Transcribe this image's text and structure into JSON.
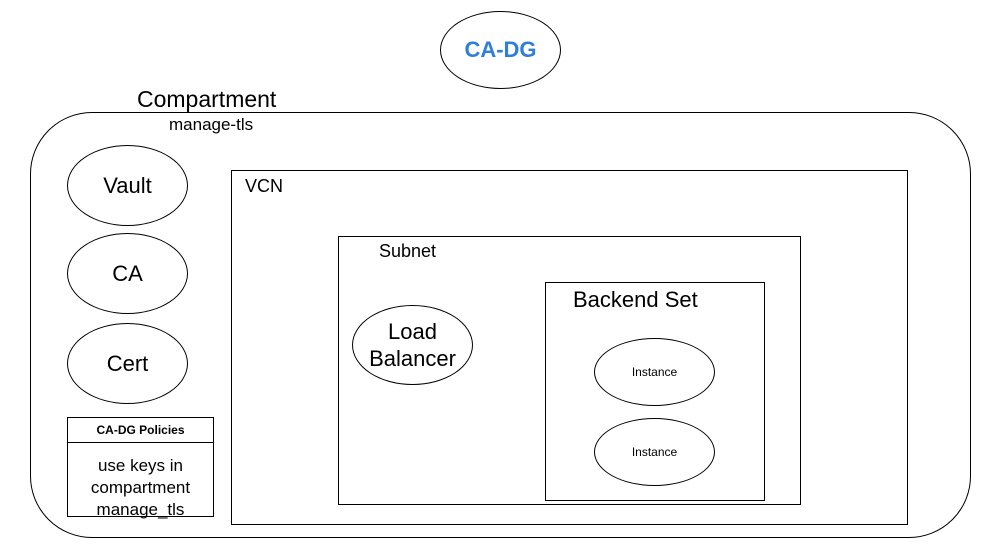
{
  "top_group": {
    "label": "CA-DG",
    "color": "#2f7ed8"
  },
  "compartment": {
    "title": "Compartment",
    "name": "manage-tls"
  },
  "left_services": [
    "Vault",
    "CA",
    "Cert"
  ],
  "policies": {
    "header": "CA-DG Policies",
    "lines": [
      "use keys in",
      "compartment",
      "manage_tls"
    ]
  },
  "vcn": {
    "label": "VCN"
  },
  "subnet": {
    "label": "Subnet"
  },
  "load_balancer": {
    "lines": [
      "Load",
      "Balancer"
    ]
  },
  "backend_set": {
    "label": "Backend Set",
    "instances": [
      "Instance",
      "Instance"
    ]
  }
}
